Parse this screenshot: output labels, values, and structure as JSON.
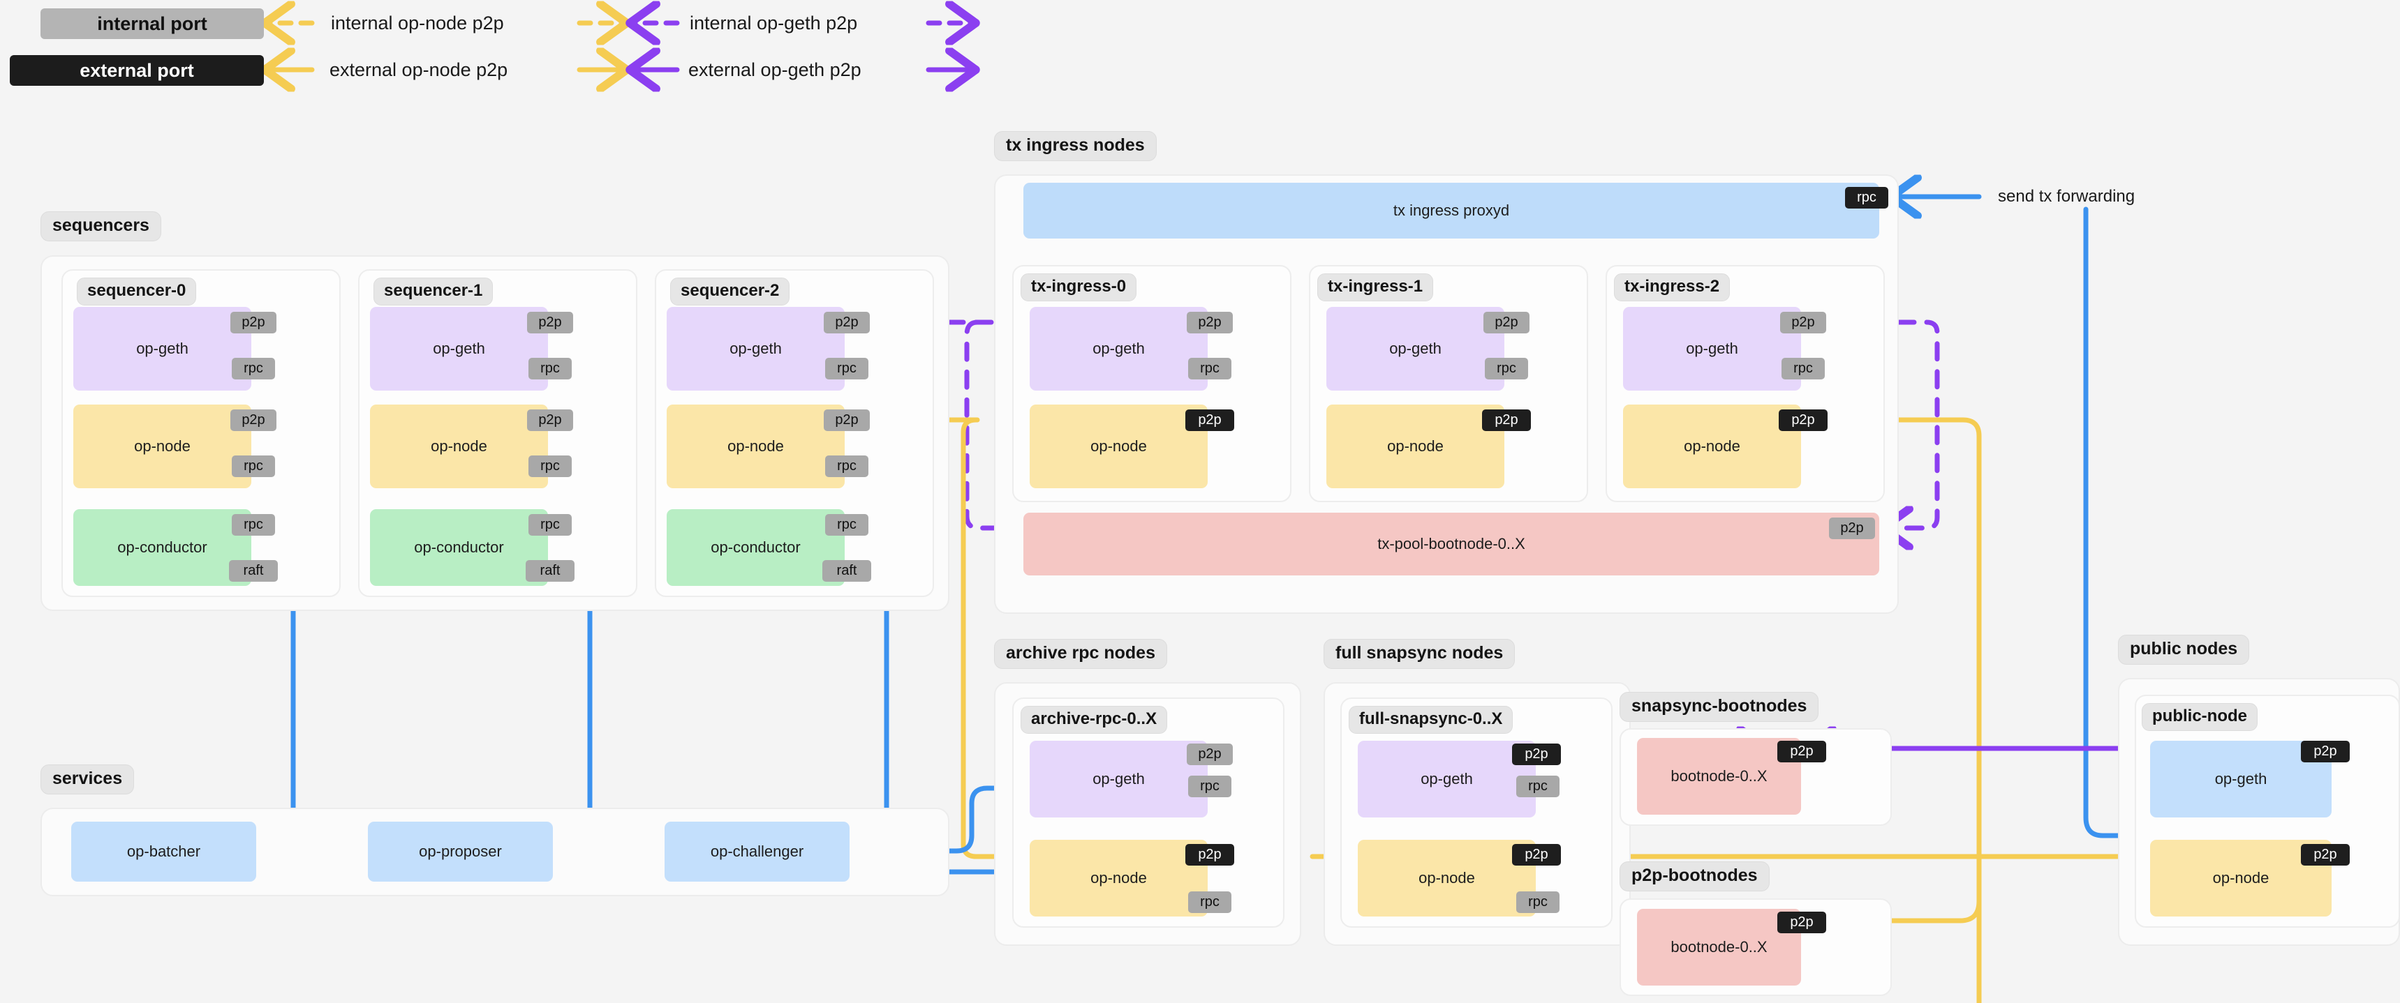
{
  "legend": {
    "internal_port_label": "internal port",
    "external_port_label": "external port",
    "items": [
      {
        "label": "internal op-node p2p",
        "color": "#f5cc52",
        "style": "dashed"
      },
      {
        "label": "internal op-geth p2p",
        "color": "#8b3ff0",
        "style": "dashed"
      },
      {
        "label": "external op-node p2p",
        "color": "#f5cc52",
        "style": "solid"
      },
      {
        "label": "external op-geth p2p",
        "color": "#8b3ff0",
        "style": "solid"
      }
    ]
  },
  "colors": {
    "op_geth": "#e6d7fb",
    "op_node": "#fbe6a8",
    "op_conductor": "#b8eec4",
    "proxyd": "#bedcfa",
    "bootnode": "#f5c7c4",
    "service": "#c3dffc",
    "wire_yellow": "#f5cc52",
    "wire_purple": "#8b3ff0",
    "wire_green": "#4aa567",
    "wire_blue": "#3b92ef",
    "port_internal": "#a8a8a8",
    "port_external": "#1e1e1e",
    "canvas": "#f4f4f4"
  },
  "ports": {
    "p2p": "p2p",
    "rpc": "rpc",
    "raft": "raft"
  },
  "groups": {
    "sequencers": {
      "label": "sequencers",
      "nodes": [
        {
          "label": "sequencer-0",
          "procs": [
            "op-geth",
            "op-node",
            "op-conductor"
          ]
        },
        {
          "label": "sequencer-1",
          "procs": [
            "op-geth",
            "op-node",
            "op-conductor"
          ]
        },
        {
          "label": "sequencer-2",
          "procs": [
            "op-geth",
            "op-node",
            "op-conductor"
          ]
        }
      ]
    },
    "tx_ingress": {
      "label": "tx ingress nodes",
      "proxyd": "tx ingress proxyd",
      "proxyd_port": "rpc",
      "nodes": [
        {
          "label": "tx-ingress-0",
          "procs": [
            "op-geth",
            "op-node"
          ]
        },
        {
          "label": "tx-ingress-1",
          "procs": [
            "op-geth",
            "op-node"
          ]
        },
        {
          "label": "tx-ingress-2",
          "procs": [
            "op-geth",
            "op-node"
          ]
        }
      ],
      "bootnode": "tx-pool-bootnode-0..X",
      "bootnode_port": "p2p"
    },
    "services": {
      "label": "services",
      "items": [
        "op-batcher",
        "op-proposer",
        "op-challenger"
      ]
    },
    "archive_rpc": {
      "label": "archive rpc nodes",
      "node_label": "archive-rpc-0..X",
      "procs": [
        "op-geth",
        "op-node"
      ]
    },
    "full_snapsync": {
      "label": "full snapsync nodes",
      "node_label": "full-snapsync-0..X",
      "procs": [
        "op-geth",
        "op-node"
      ]
    },
    "snapsync_bootnodes": {
      "label": "snapsync-bootnodes",
      "bootnode": "bootnode-0..X",
      "bootnode_port": "p2p"
    },
    "p2p_bootnodes": {
      "label": "p2p-bootnodes",
      "bootnode": "bootnode-0..X",
      "bootnode_port": "p2p"
    },
    "public_nodes": {
      "label": "public nodes",
      "node_label": "public-node",
      "procs": [
        "op-geth",
        "op-node"
      ]
    }
  },
  "annotations": {
    "send_tx_forwarding": "send tx forwarding"
  }
}
